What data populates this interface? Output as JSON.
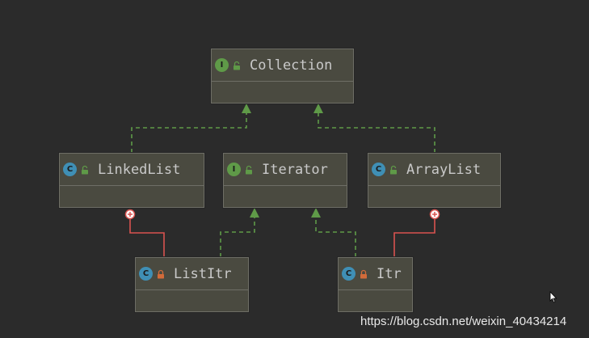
{
  "diagram": {
    "nodes": [
      {
        "id": "collection",
        "name": "Collection",
        "kind_letter": "I",
        "kind": "interface",
        "access": "public"
      },
      {
        "id": "linkedlist",
        "name": "LinkedList",
        "kind_letter": "C",
        "kind": "class",
        "access": "public"
      },
      {
        "id": "iterator",
        "name": "Iterator",
        "kind_letter": "I",
        "kind": "interface",
        "access": "public"
      },
      {
        "id": "arraylist",
        "name": "ArrayList",
        "kind_letter": "C",
        "kind": "class",
        "access": "public"
      },
      {
        "id": "listitr",
        "name": "ListItr",
        "kind_letter": "C",
        "kind": "class",
        "access": "private"
      },
      {
        "id": "itr",
        "name": "Itr",
        "kind_letter": "C",
        "kind": "class",
        "access": "private"
      }
    ],
    "edges": [
      {
        "from": "linkedlist",
        "to": "collection",
        "type": "implements"
      },
      {
        "from": "arraylist",
        "to": "collection",
        "type": "implements"
      },
      {
        "from": "listitr",
        "to": "iterator",
        "type": "implements"
      },
      {
        "from": "itr",
        "to": "iterator",
        "type": "implements"
      },
      {
        "from": "listitr",
        "to": "linkedlist",
        "type": "inner-class"
      },
      {
        "from": "itr",
        "to": "arraylist",
        "type": "inner-class"
      }
    ],
    "colors": {
      "background": "#2b2b2b",
      "node_fill": "#4a4a40",
      "implements_edge": "#5f9a48",
      "inner_class_edge": "#d9534f",
      "interface_badge": "#5f9a48",
      "class_badge": "#3f8fb5",
      "public_lock": "#5f9a48",
      "private_lock": "#d26b3a"
    }
  },
  "watermark": "https://blog.csdn.net/weixin_40434214"
}
